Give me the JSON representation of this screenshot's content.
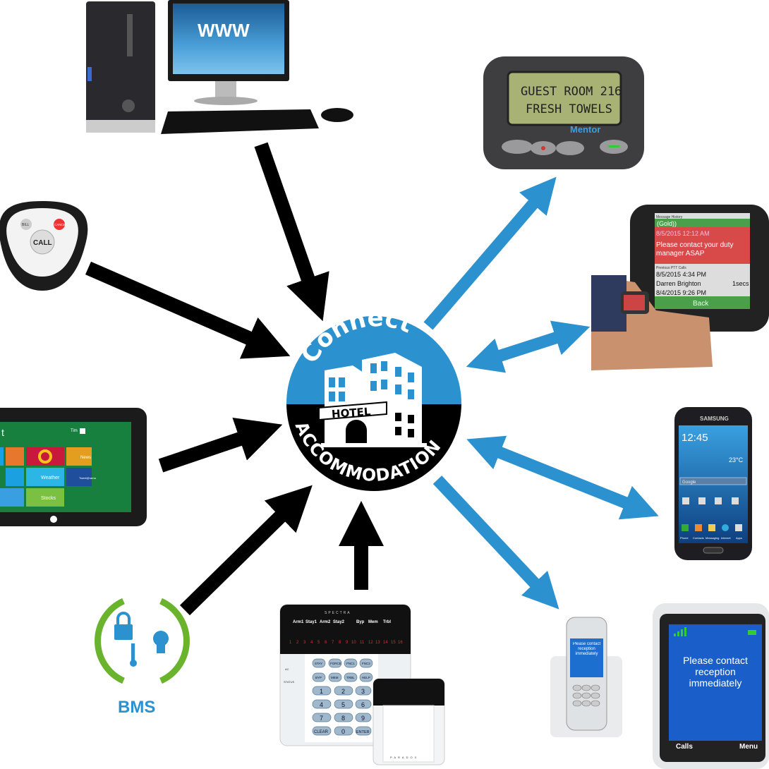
{
  "hub": {
    "top_text": "Connect",
    "sign_text": "HOTEL",
    "bottom_text": "ACCOMMODATION"
  },
  "computer": {
    "screen_text": "WWW"
  },
  "pager": {
    "line1": "GUEST ROOM 216",
    "line2": "FRESH TOWELS",
    "brand": "Mentor"
  },
  "watch": {
    "header": "Message History",
    "prev_item": "(Gold))",
    "alert_time": "8/5/2015 12:12 AM",
    "alert_text_1": "Please contact your duty",
    "alert_text_2": "manager ASAP",
    "section": "Previous PTT Calls",
    "call_time": "8/5/2015 4:34 PM",
    "caller": "Darren Brighton",
    "duration": "1secs",
    "next_time": "8/4/2015 9:26 PM",
    "back": "Back"
  },
  "call_button": {
    "bill": "BILL",
    "call": "CALL",
    "cancel": "CANCEL"
  },
  "tablet": {
    "title": "t",
    "user": "Tim",
    "tiles": [
      "Weather",
      "News",
      "Stocks",
      "Tweet@rama"
    ]
  },
  "smartphone": {
    "brand": "SAMSUNG",
    "time": "12:45",
    "temp": "23°C",
    "search": "Google",
    "dock": [
      "Phone",
      "Contacts",
      "Messaging",
      "Internet",
      "Apps"
    ]
  },
  "keypad": {
    "brand": "SPECTRA",
    "maker": "PARADOX",
    "zones": [
      "Arm1",
      "Stay1",
      "Arm2",
      "Stay2",
      "Byp",
      "Mem",
      "Trbl"
    ],
    "numbers": [
      "1",
      "2",
      "3",
      "4",
      "5",
      "6",
      "7",
      "8",
      "9",
      "10",
      "11",
      "12",
      "13",
      "14",
      "15",
      "16"
    ],
    "function_keys": [
      "STAY",
      "FORCE",
      "FNC1",
      "FNC2",
      "BYP",
      "MEM",
      "TRBL",
      "HELP"
    ],
    "keys": [
      "1",
      "2",
      "3",
      "4",
      "5",
      "6",
      "7",
      "8",
      "9",
      "CLEAR",
      "0",
      "ENTER"
    ],
    "leds": [
      "AC",
      "STATUS"
    ]
  },
  "bms": {
    "label": "BMS"
  },
  "handset_small": {
    "message": "Please contact reception immediately"
  },
  "handset_large": {
    "message": "Please contact reception immediately",
    "left_soft": "Calls",
    "right_soft": "Menu"
  },
  "colors": {
    "blue": "#2b91cf",
    "black": "#000000",
    "bms_green": "#6ab42d"
  }
}
